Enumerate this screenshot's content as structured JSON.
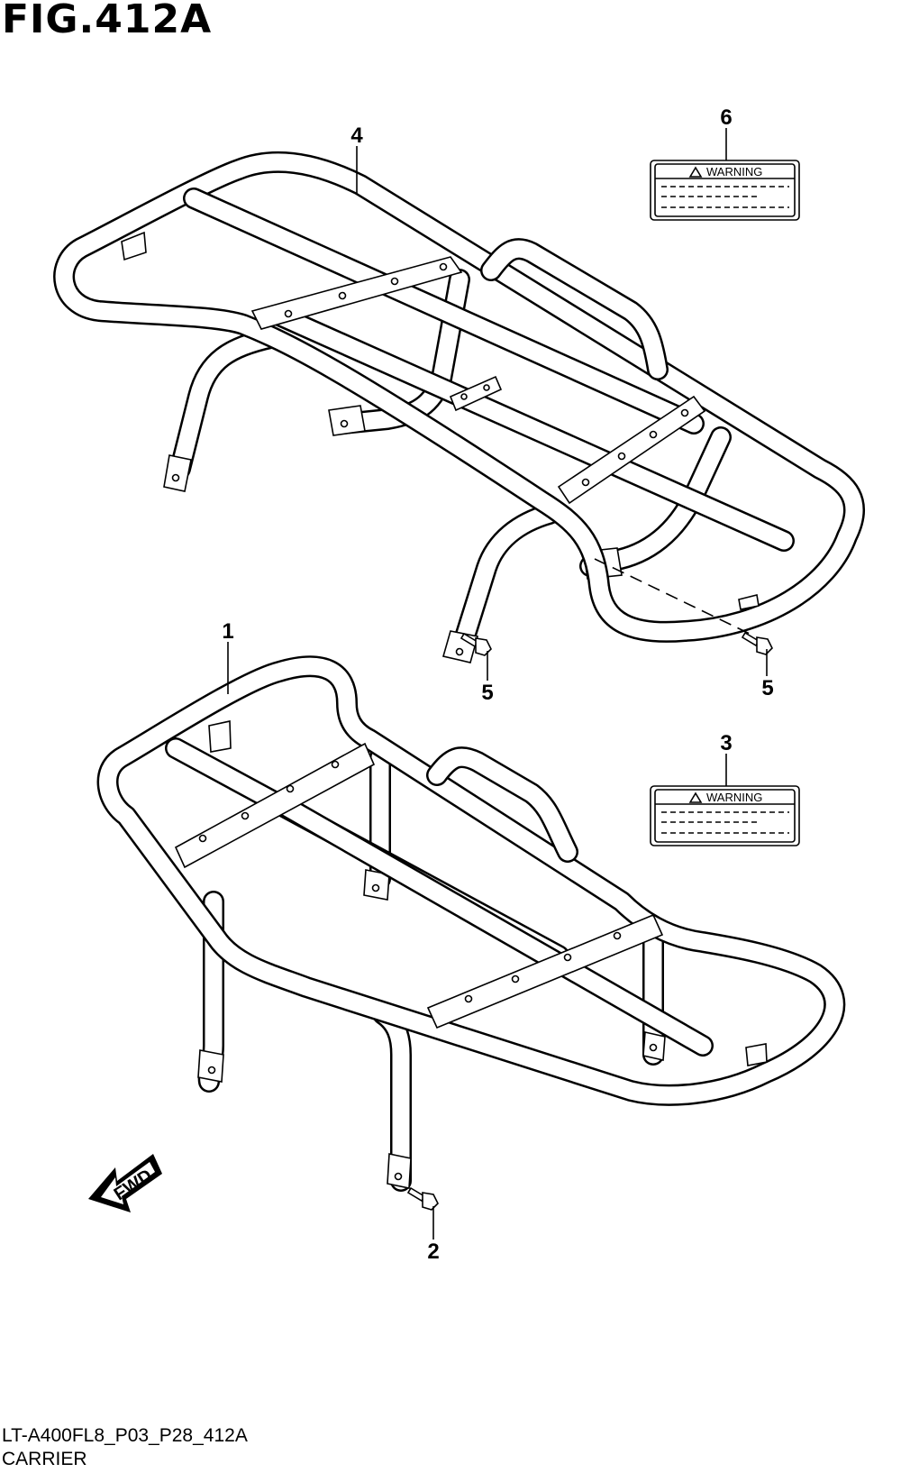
{
  "figure": {
    "title": "FIG.412A",
    "code": "LT-A400FL8_P03_P28_412A",
    "name": "CARRIER"
  },
  "callouts": {
    "c1": "1",
    "c2": "2",
    "c3": "3",
    "c4": "4",
    "c5a": "5",
    "c5b": "5",
    "c6": "6"
  },
  "labels": {
    "upper": "WARNING",
    "lower": "WARNING"
  },
  "direction": {
    "text": "FWD"
  }
}
